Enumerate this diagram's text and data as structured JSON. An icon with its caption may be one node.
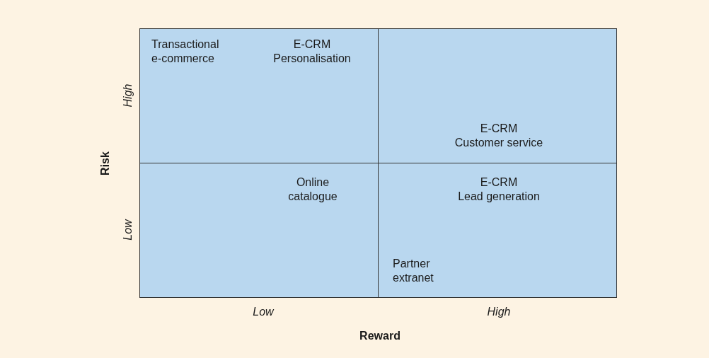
{
  "diagram": {
    "nodes": [
      {
        "text": [],
        "shape": "box"
      },
      {
        "text": [
          "Transactional e-commerce"
        ],
        "in": 0
      },
      {
        "text": [
          "E-CRM",
          "Personalisation"
        ],
        "in": 0
      },
      {
        "text": [],
        "shape": "box"
      },
      {
        "text": [
          "E-CRM",
          "Customer service"
        ],
        "in": 3
      },
      {
        "text": [],
        "shape": "box"
      },
      {
        "text": [
          "Online catalogue"
        ],
        "in": 5
      },
      {
        "text": [],
        "shape": "box"
      },
      {
        "text": [
          "E-CRM",
          "Lead generation"
        ],
        "in": 7
      },
      {
        "text": [
          "Partner extranet"
        ],
        "in": 7
      }
    ],
    "labels": [
      "High",
      "Risk",
      "Low",
      "Low",
      "High",
      "Reward"
    ]
  }
}
